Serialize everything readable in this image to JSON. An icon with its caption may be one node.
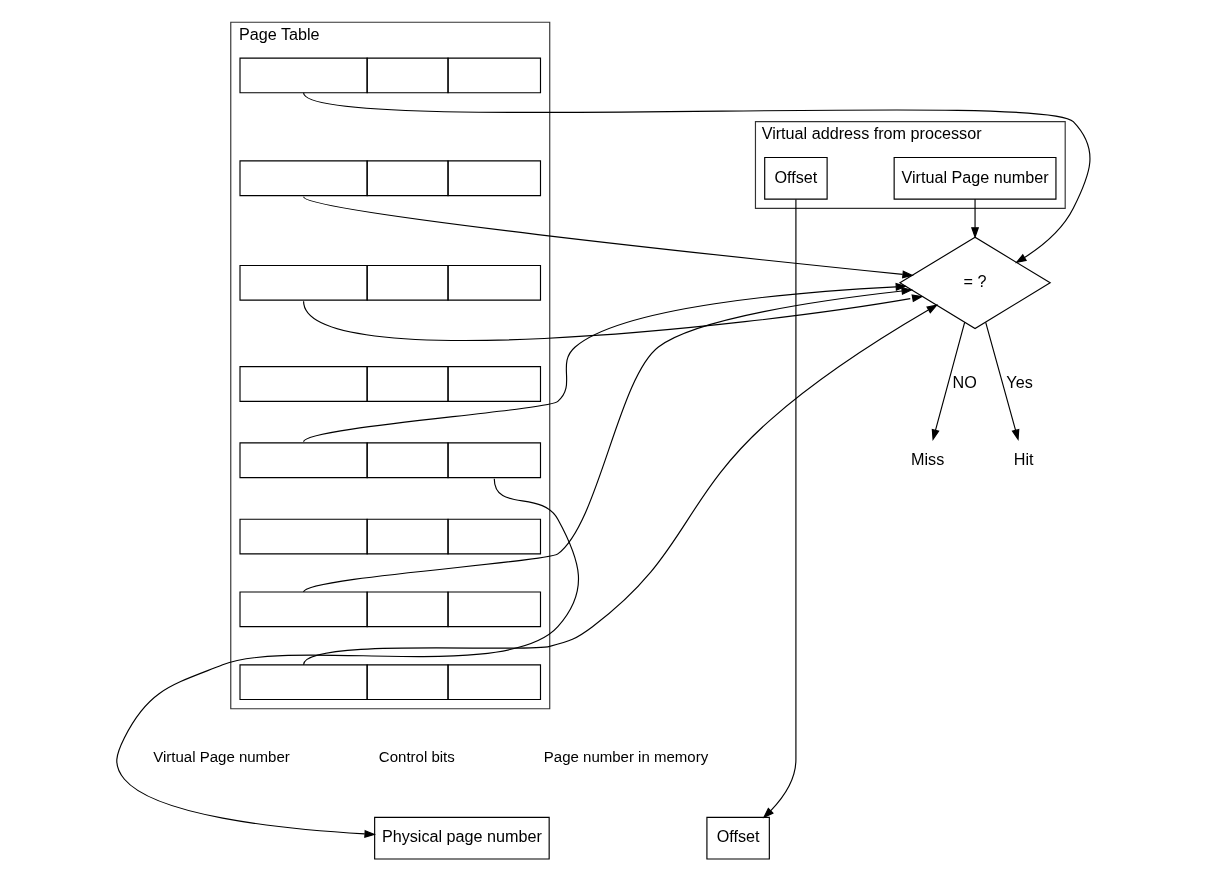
{
  "diagram": {
    "nodes": [
      {
        "text": [
          "Virtual address from processor"
        ]
      },
      {
        "text": [
          "Virtual Page number"
        ],
        "in": 0
      },
      {
        "text": [
          "Offset"
        ],
        "in": 0
      },
      {
        "text": [
          "Page Table"
        ]
      },
      {
        "text": [],
        "shape": "box",
        "in": 3
      },
      {
        "text": [],
        "shape": "box",
        "in": 3
      },
      {
        "text": [],
        "shape": "box",
        "in": 3
      },
      {
        "text": [],
        "shape": "box",
        "in": 3
      },
      {
        "text": [],
        "shape": "box",
        "in": 3
      },
      {
        "text": [],
        "shape": "box",
        "in": 3
      },
      {
        "text": [],
        "shape": "box",
        "in": 3
      },
      {
        "text": [],
        "shape": "box",
        "in": 3
      },
      {
        "text": [
          "= ?"
        ]
      },
      {
        "text": [
          "Miss"
        ]
      },
      {
        "text": [
          "Hit"
        ]
      },
      {
        "text": [
          "Physical page number"
        ]
      },
      {
        "text": [
          "Offset"
        ]
      }
    ],
    "edges": [
      {
        "from": 1,
        "to": 12,
        "arrow": "to"
      },
      {
        "from": 4,
        "to": 12,
        "arrow": "to"
      },
      {
        "from": 5,
        "to": 12,
        "arrow": "to"
      },
      {
        "from": 6,
        "to": 12,
        "arrow": "to"
      },
      {
        "from": 8,
        "to": 12,
        "arrow": "to"
      },
      {
        "from": 10,
        "to": 12,
        "arrow": "to"
      },
      {
        "from": 11,
        "to": 12,
        "arrow": "to"
      },
      {
        "from": 12,
        "to": 13,
        "label": "NO",
        "arrow": "to"
      },
      {
        "from": 12,
        "to": 14,
        "label": "Yes",
        "arrow": "to"
      },
      {
        "from": 8,
        "to": 15,
        "arrow": "to"
      },
      {
        "from": 2,
        "to": 16,
        "arrow": "to"
      }
    ],
    "labels": [
      "Virtual Page number",
      "Control bits",
      "Page number in memory"
    ]
  }
}
